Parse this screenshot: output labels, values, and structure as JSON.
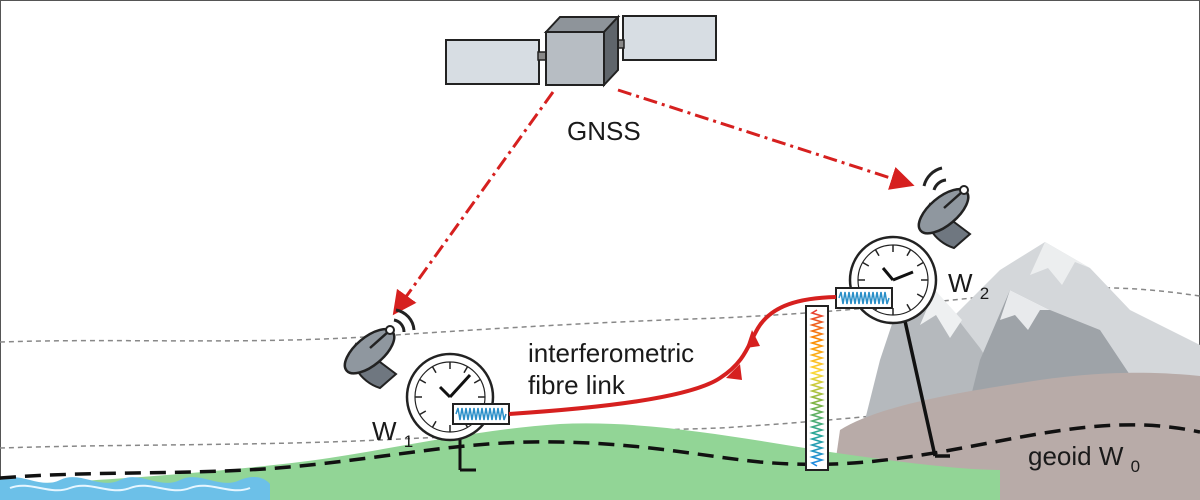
{
  "diagram": {
    "satellite_label": "GNSS",
    "link_label_line1": "interferometric",
    "link_label_line2": "fibre link",
    "clock1_label": "W",
    "clock1_subscript": "1",
    "clock2_label": "W",
    "clock2_subscript": "2",
    "geoid_label": "geoid W",
    "geoid_subscript": "0"
  },
  "colors": {
    "signal_red": "#d6201f",
    "panel_fill": "#d7dde3",
    "dish_grey": "#6f7780",
    "ground_green": "#92d596",
    "hill_brown": "#b8aba8",
    "mountain_grey": "#c4c7ca",
    "water_blue": "#6cc0e8",
    "waveform_blue": "#2a8fc8"
  },
  "icons": [
    "satellite-icon",
    "dish-antenna-icon",
    "clock-icon",
    "waveform-icon",
    "mountain-icon",
    "water-icon"
  ]
}
